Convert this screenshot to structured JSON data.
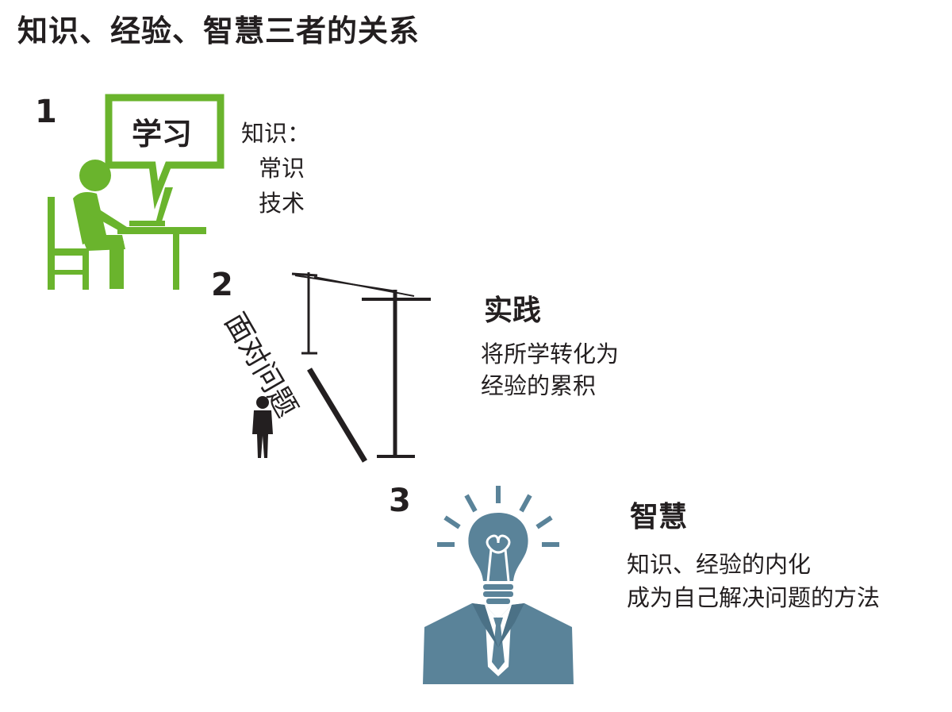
{
  "title": "知识、经验、智慧三者的关系",
  "colors": {
    "green": "#6ab42d",
    "dark": "#231f20",
    "blue_gray": "#5a8399"
  },
  "steps": [
    {
      "number": "1",
      "bubble_text": "学习",
      "knowledge_lines": [
        "知识：",
        "常识",
        "技术"
      ],
      "icon": "person-at-laptop-icon"
    },
    {
      "number": "2",
      "slant_text": "面对问题",
      "heading": "实践",
      "lines": [
        "将所学转化为",
        "经验的累积"
      ],
      "icon": "person-facing-ramp-icon"
    },
    {
      "number": "3",
      "heading": "智慧",
      "lines": [
        "知识、经验的内化",
        "成为自己解决问题的方法"
      ],
      "icon": "lightbulb-head-person-icon"
    }
  ]
}
